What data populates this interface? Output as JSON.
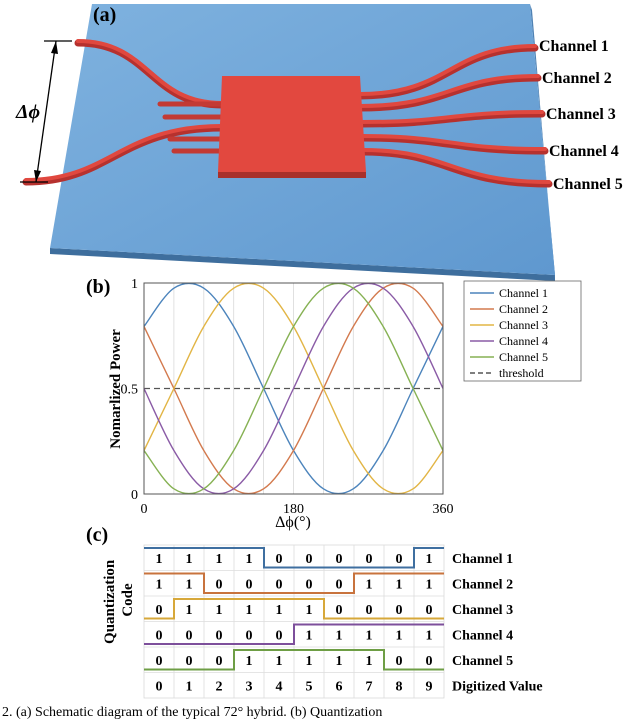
{
  "panel_a": {
    "label": "(a)",
    "phase_symbol": "Δϕ",
    "channels": [
      "Channel 1",
      "Channel 2",
      "Channel 3",
      "Channel 4",
      "Channel 5"
    ]
  },
  "chart_data": {
    "type": "line",
    "label": "(b)",
    "ylabel": "Nomarlized Power",
    "xlabel": "Δϕ(°)",
    "x": [
      0,
      36,
      72,
      108,
      144,
      180,
      216,
      252,
      288,
      324,
      360
    ],
    "xticks": [
      "0",
      "180",
      "360"
    ],
    "yticks": [
      "0",
      "0.5",
      "1"
    ],
    "xlim": [
      0,
      360
    ],
    "ylim": [
      0,
      1
    ],
    "grid": "vertical",
    "legend_position": "right",
    "series": [
      {
        "name": "Channel 1",
        "color": "#4C84BC",
        "values": [
          0.7939,
          0.9755,
          0.9755,
          0.7939,
          0.5,
          0.2061,
          0.0245,
          0.0245,
          0.2061,
          0.5,
          0.7939
        ]
      },
      {
        "name": "Channel 2",
        "color": "#D37A4E",
        "values": [
          0.7939,
          0.5,
          0.2061,
          0.0245,
          0.0245,
          0.2061,
          0.5,
          0.7939,
          0.9755,
          0.9755,
          0.7939
        ]
      },
      {
        "name": "Channel 3",
        "color": "#E2B545",
        "values": [
          0.2061,
          0.5,
          0.7939,
          0.9755,
          0.9755,
          0.7939,
          0.5,
          0.2061,
          0.0245,
          0.0245,
          0.2061
        ]
      },
      {
        "name": "Channel 4",
        "color": "#8A5BA6",
        "values": [
          0.5,
          0.2061,
          0.0245,
          0.0245,
          0.2061,
          0.5,
          0.7939,
          0.9755,
          0.9755,
          0.7939,
          0.5
        ]
      },
      {
        "name": "Channel 5",
        "color": "#86B153",
        "values": [
          0.2061,
          0.0245,
          0.0245,
          0.2061,
          0.5,
          0.7939,
          0.9755,
          0.9755,
          0.7939,
          0.5,
          0.2061
        ]
      }
    ],
    "threshold": {
      "name": "threshold",
      "value": 0.5,
      "color": "#555555"
    }
  },
  "panel_c": {
    "label": "(c)",
    "ylabel": "Quantization Code",
    "row_labels": [
      "Channel 1",
      "Channel 2",
      "Channel 3",
      "Channel 4",
      "Channel 5"
    ],
    "digitized_label": "Digitized Value",
    "digitized_values": [
      "0",
      "1",
      "2",
      "3",
      "4",
      "5",
      "6",
      "7",
      "8",
      "9"
    ],
    "codes": [
      [
        "1",
        "1",
        "1",
        "1",
        "0",
        "0",
        "0",
        "0",
        "0",
        "1"
      ],
      [
        "1",
        "1",
        "0",
        "0",
        "0",
        "0",
        "0",
        "1",
        "1",
        "1"
      ],
      [
        "0",
        "1",
        "1",
        "1",
        "1",
        "1",
        "0",
        "0",
        "0",
        "0"
      ],
      [
        "0",
        "0",
        "0",
        "0",
        "0",
        "1",
        "1",
        "1",
        "1",
        "1"
      ],
      [
        "0",
        "0",
        "0",
        "1",
        "1",
        "1",
        "1",
        "1",
        "0",
        "0"
      ]
    ],
    "row_colors": [
      "#3F6FA0",
      "#C8733D",
      "#D7A83A",
      "#7D4F9B",
      "#6E9E45"
    ]
  },
  "caption": "2. (a) Schematic diagram of the typical 72° hybrid. (b) Quantization"
}
